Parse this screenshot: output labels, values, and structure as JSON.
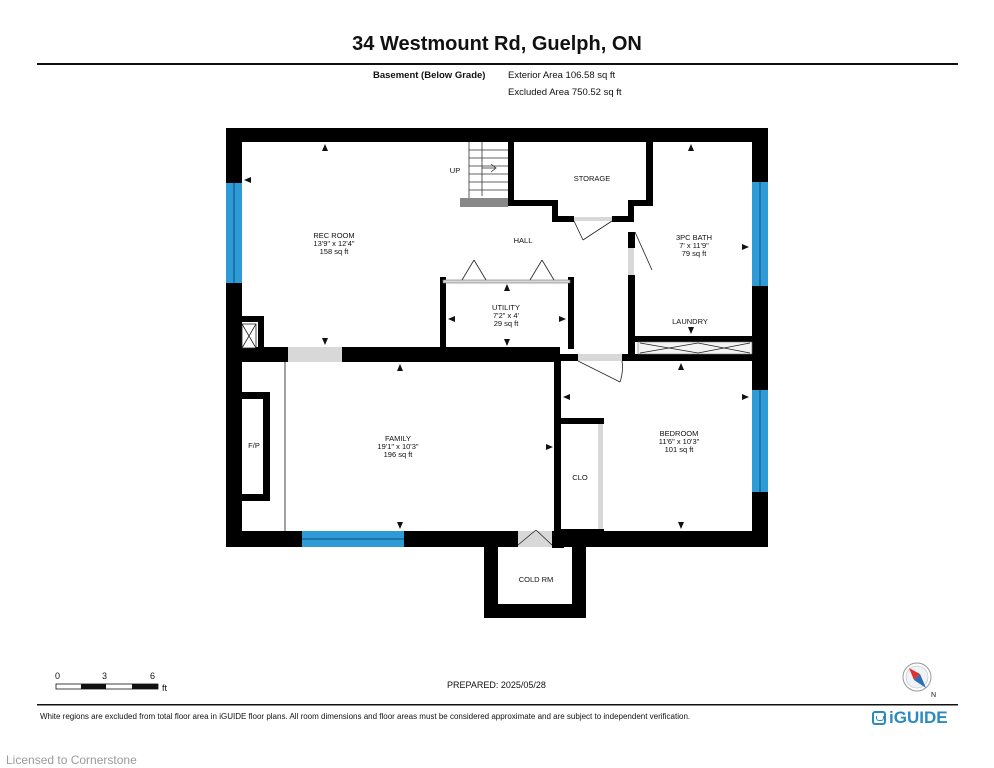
{
  "header": {
    "address": "34 Westmount Rd, Guelph, ON",
    "level": "Basement (Below Grade)",
    "exterior_area": "Exterior Area 106.58 sq ft",
    "excluded_area": "Excluded Area 750.52 sq ft"
  },
  "rooms": {
    "rec_room": {
      "name": "REC ROOM",
      "dims": "13'9\" x 12'4\"",
      "area": "158 sq ft"
    },
    "storage": {
      "name": "STORAGE"
    },
    "hall": {
      "name": "HALL"
    },
    "up": {
      "name": "UP"
    },
    "bath": {
      "name": "3PC BATH",
      "dims": "7' x 11'9\"",
      "area": "79 sq ft"
    },
    "utility": {
      "name": "UTILITY",
      "dims": "7'2\" x 4'",
      "area": "29 sq ft"
    },
    "laundry": {
      "name": "LAUNDRY"
    },
    "family": {
      "name": "FAMILY",
      "dims": "19'1\" x 10'3\"",
      "area": "196 sq ft"
    },
    "fireplace": {
      "name": "F/P"
    },
    "bedroom": {
      "name": "BEDROOM",
      "dims": "11'6\" x 10'3\"",
      "area": "101 sq ft"
    },
    "closet": {
      "name": "CLO"
    },
    "cold_room": {
      "name": "COLD RM"
    }
  },
  "scale": {
    "ticks": [
      "0",
      "3",
      "6"
    ],
    "unit": "ft"
  },
  "compass": {
    "label": "N"
  },
  "footer": {
    "prepared": "PREPARED: 2025/05/28",
    "disclaimer": "White regions are excluded from total floor area in iGUIDE floor plans. All room dimensions and floor areas must be considered approximate and are subject to independent verification.",
    "logo": "iGUIDE",
    "watermark": "Licensed to Cornerstone"
  },
  "colors": {
    "wall": "#000000",
    "window": "#2e9bd6",
    "door_fill": "#d8d8d8"
  }
}
